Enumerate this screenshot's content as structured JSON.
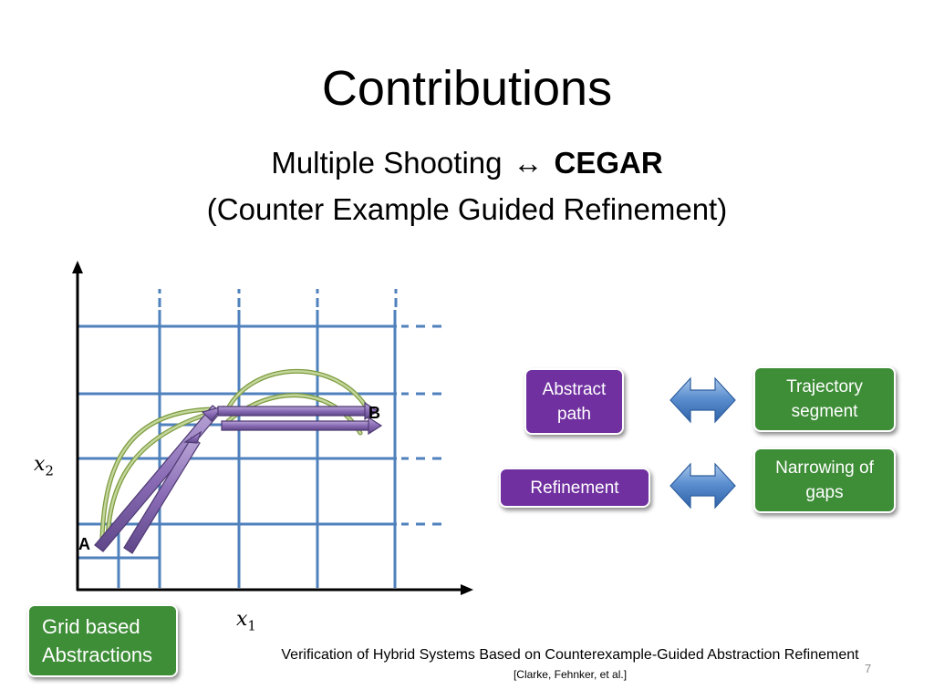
{
  "slide": {
    "title": "Contributions",
    "subtitle_left": "Multiple Shooting",
    "subtitle_arrow": "↔",
    "subtitle_right": "CEGAR",
    "subtitle_line2": "(Counter Example Guided Refinement)",
    "slide_number": "7"
  },
  "diagram": {
    "x_axis_label": "x",
    "x_axis_sub": "1",
    "y_axis_label": "x",
    "y_axis_sub": "2",
    "point_a": "A",
    "point_b": "B",
    "grid_box": "Grid based Abstractions"
  },
  "mapping": {
    "abstract_path": "Abstract path",
    "refinement": "Refinement",
    "trajectory_segment": "Trajectory segment",
    "narrowing_of_gaps": "Narrowing of gaps"
  },
  "reference": {
    "text": "Verification of Hybrid Systems Based on Counterexample-Guided Abstraction Refinement",
    "cite": "[Clarke, Fehnker, et al.]"
  },
  "colors": {
    "grid_line": "#4f81bd",
    "purple_box": "#7030a0",
    "green_box": "#3e8d37",
    "arrow_blue": "#4a7ec0",
    "path_purple": "#8064a2",
    "trajectory_green": "#9bbb59"
  }
}
